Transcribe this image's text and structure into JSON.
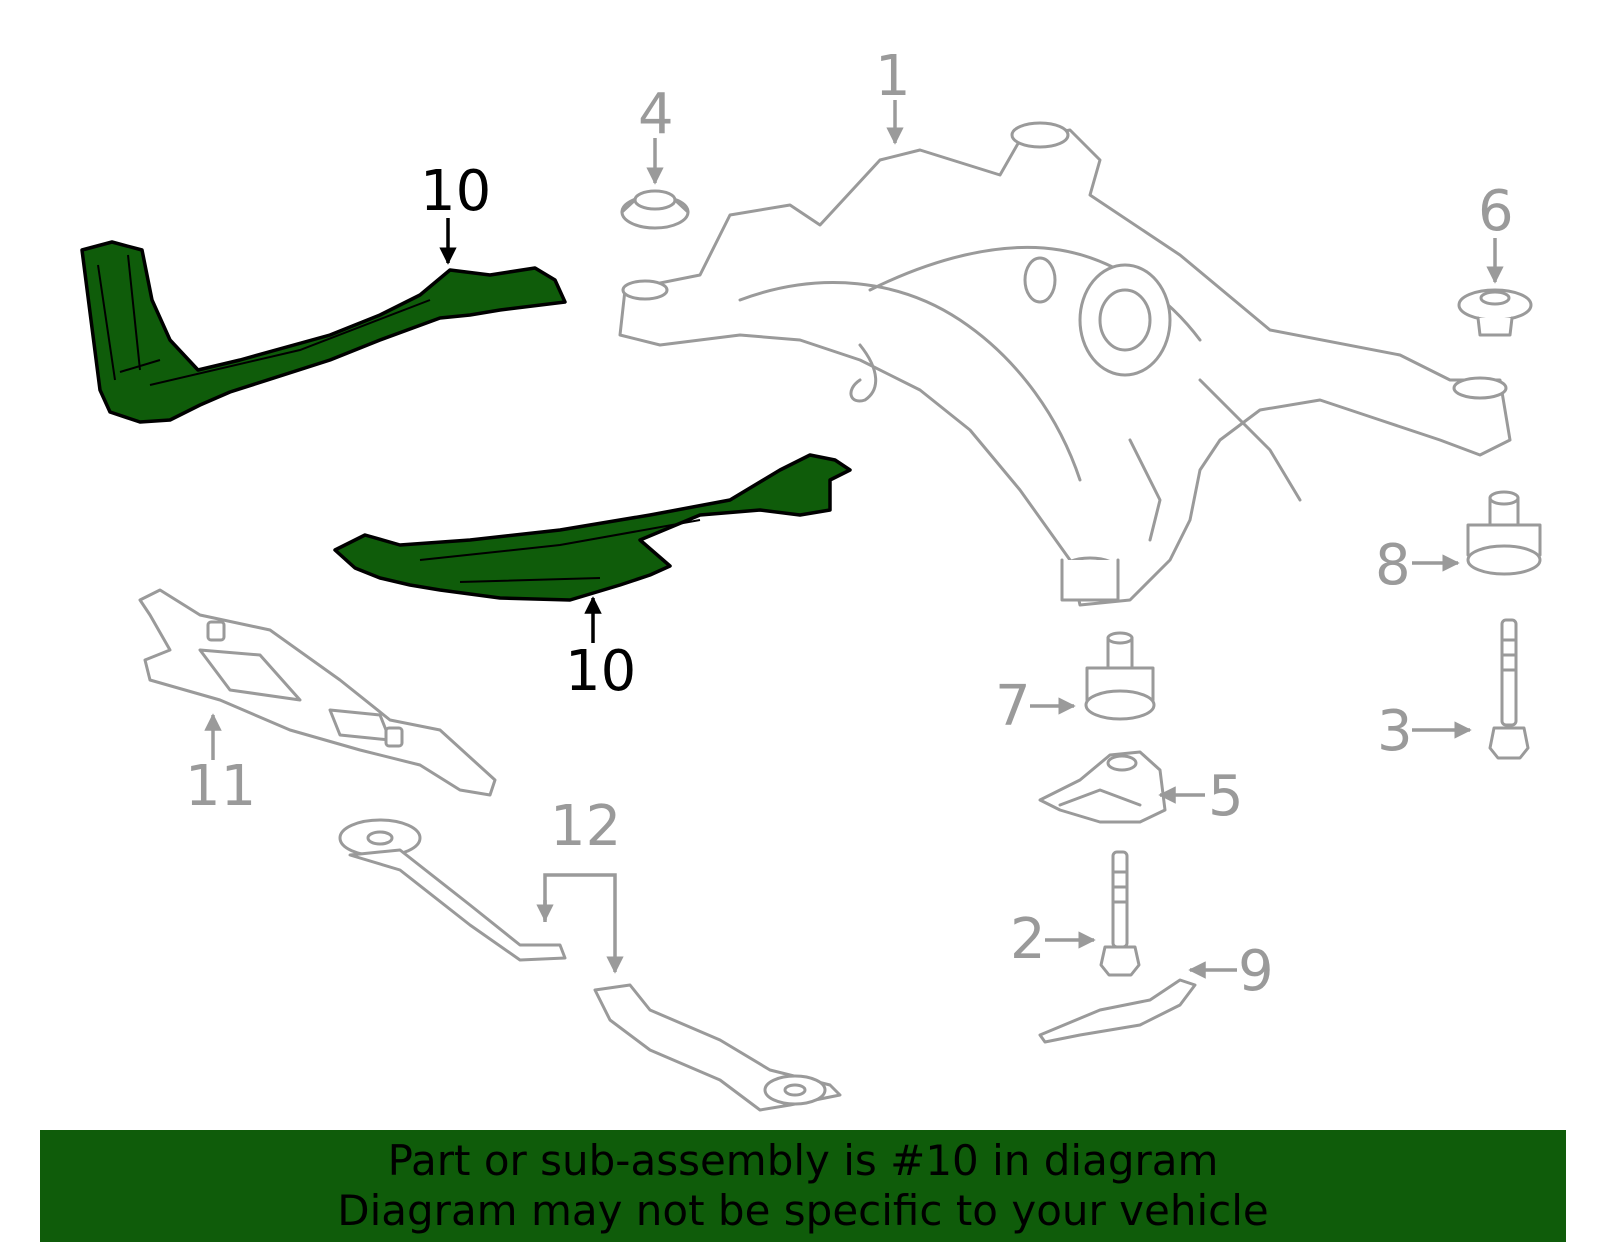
{
  "diagram": {
    "callouts": {
      "c1": "1",
      "c2": "2",
      "c3": "3",
      "c4": "4",
      "c5": "5",
      "c6": "6",
      "c7": "7",
      "c8": "8",
      "c9": "9",
      "c10_upper": "10",
      "c10_lower": "10",
      "c11": "11",
      "c12": "12"
    },
    "highlighted_part": "10",
    "colors": {
      "highlight": "#0f5c0a",
      "outline": "#9a9a9a",
      "banner": "#0f5c0a"
    }
  },
  "banner": {
    "line1": "Part or sub-assembly is #10 in diagram",
    "line2": "Diagram may not be specific to your vehicle"
  }
}
